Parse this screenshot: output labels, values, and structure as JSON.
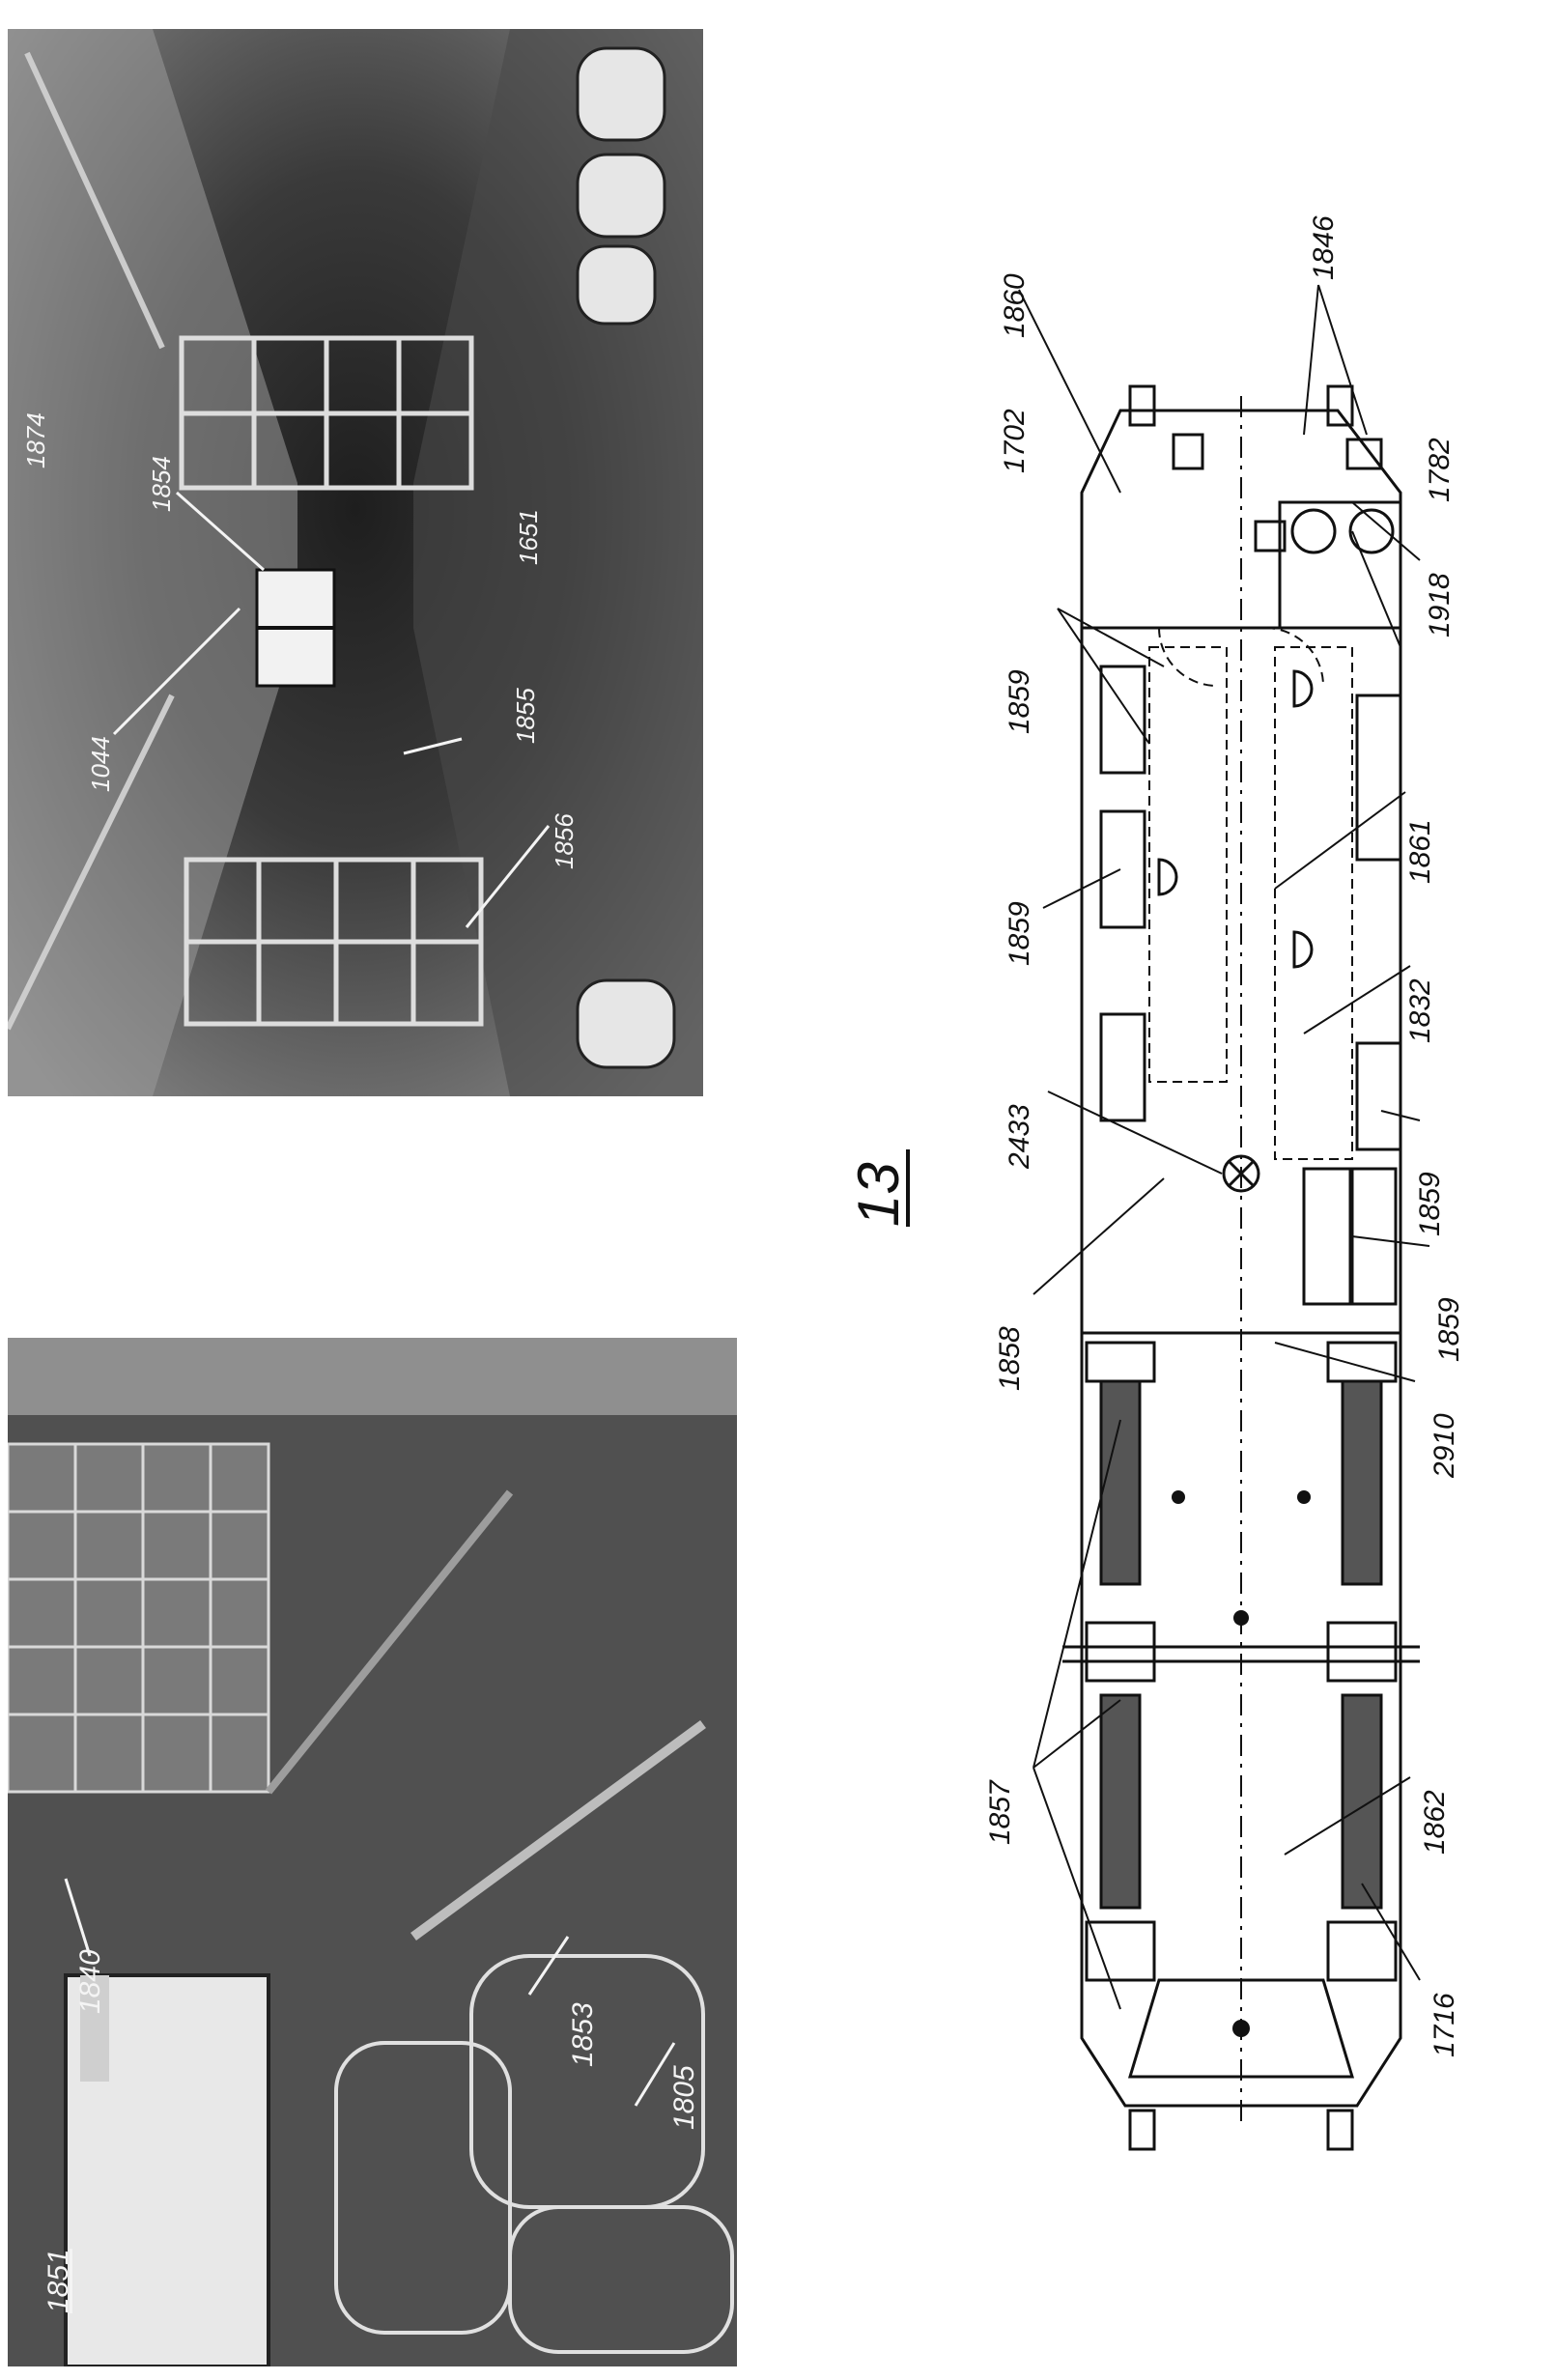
{
  "page": {
    "figure_number": "13"
  },
  "top_photo": {
    "labels": [
      "1874",
      "1854",
      "1651",
      "1044",
      "1855",
      "1856"
    ]
  },
  "bottom_photo": {
    "labels": [
      "1851",
      "1840",
      "1853",
      "1805"
    ]
  },
  "plan": {
    "labels_left": [
      "1860",
      "1702",
      "1859",
      "1859",
      "2433",
      "1858",
      "1857"
    ],
    "labels_right": [
      "1846",
      "1782",
      "1918",
      "1861",
      "1832",
      "1859",
      "1859",
      "2910",
      "1862",
      "1716"
    ]
  },
  "colors": {
    "ink": "#111111",
    "photo_dark": "#2a2a2a",
    "photo_mid": "#6e6e6e",
    "photo_light": "#d9d9d9",
    "hatch": "#333333"
  }
}
